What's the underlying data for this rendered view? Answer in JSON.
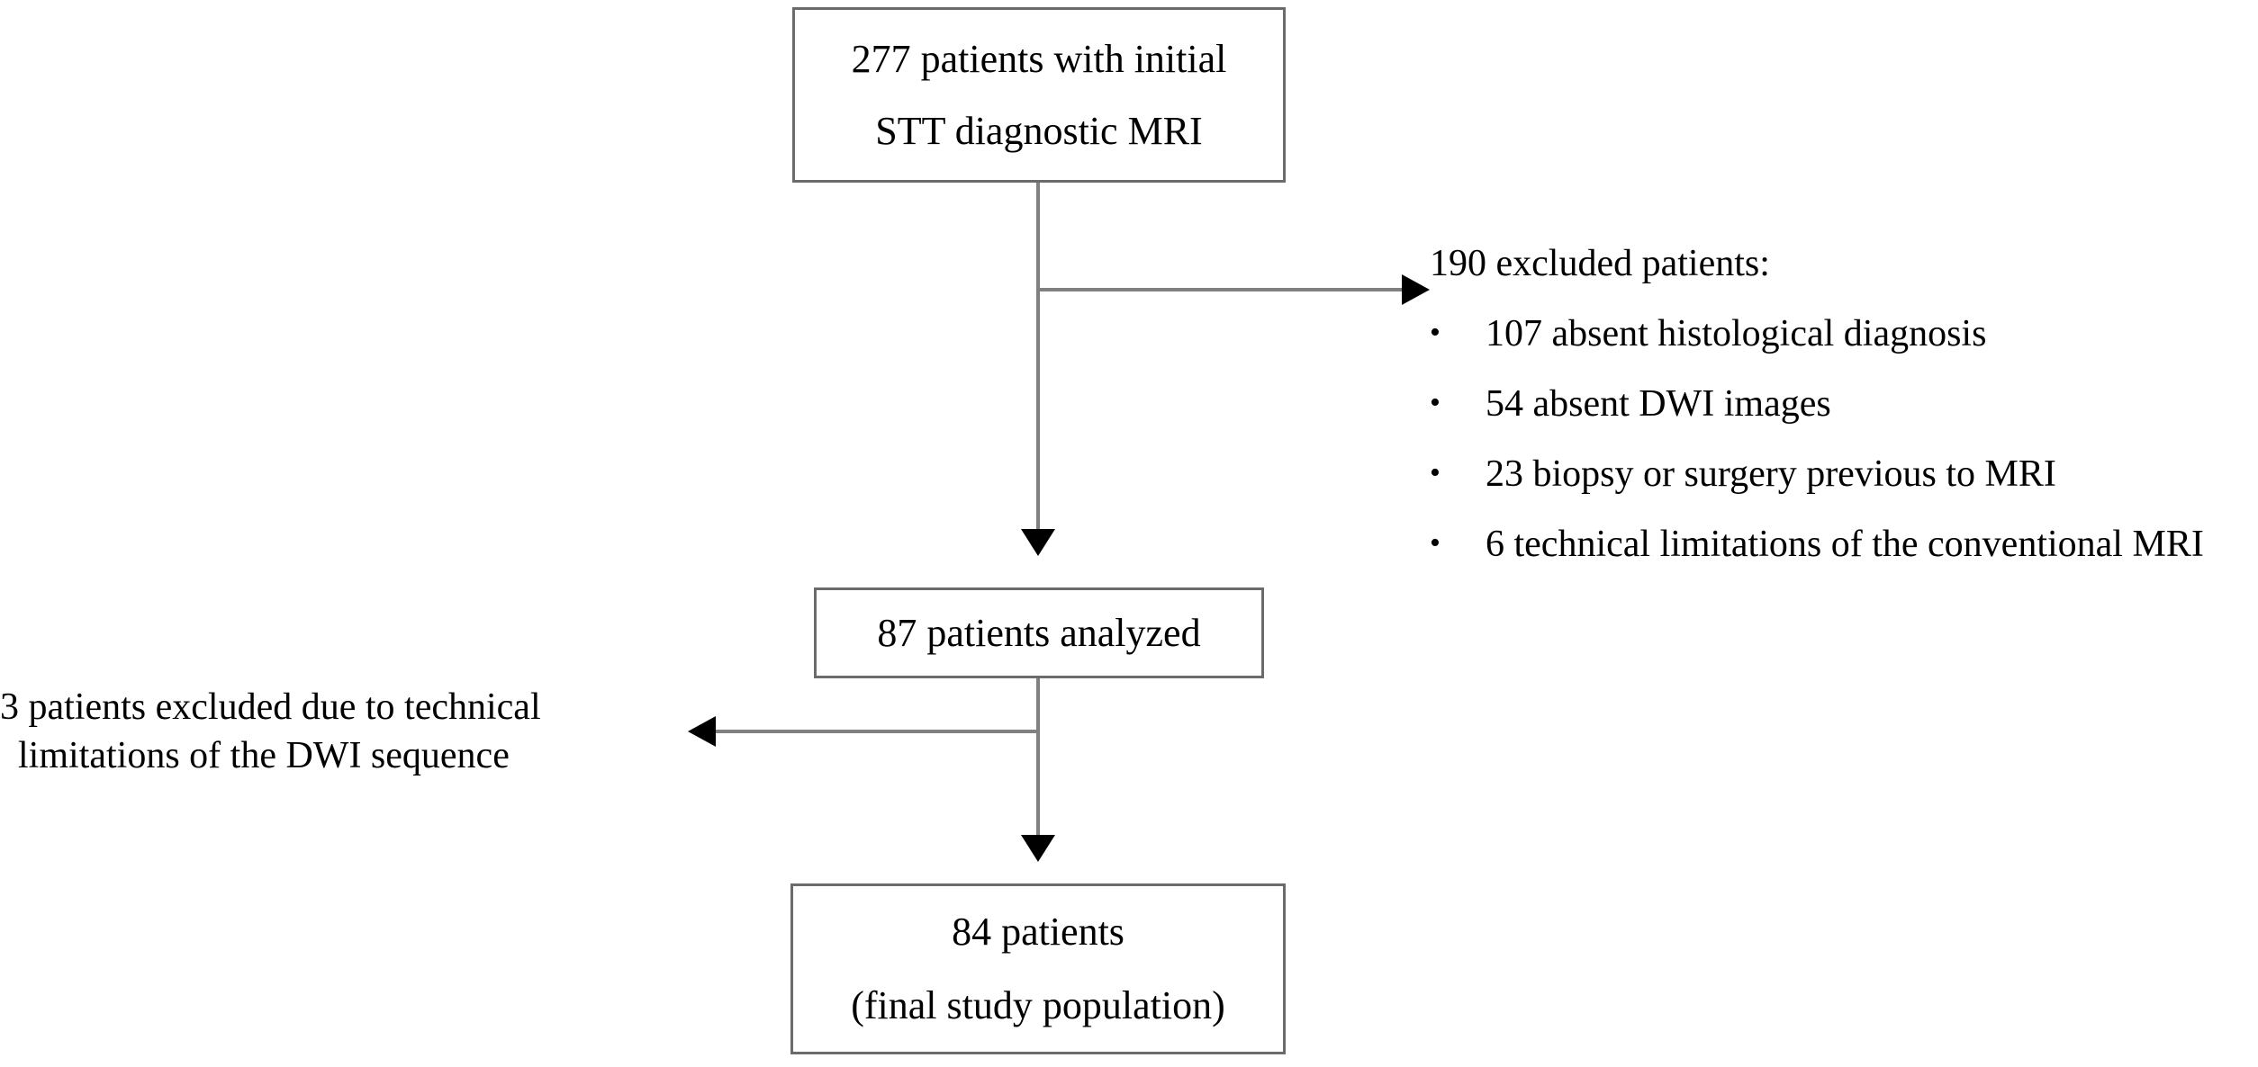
{
  "diagram": {
    "type": "patient-selection-flowchart",
    "nodes": {
      "initial": {
        "line1": "277 patients with initial",
        "line2": "STT diagnostic MRI",
        "count": 277
      },
      "analyzed": {
        "line1": "87 patients analyzed",
        "count": 87
      },
      "final": {
        "line1": "84 patients",
        "line2": "(final study population)",
        "count": 84
      }
    },
    "exclusions_right": {
      "heading": "190 excluded patients:",
      "total": 190,
      "bullet_glyph": "•",
      "items": [
        {
          "count": 107,
          "text": "107 absent histological diagnosis"
        },
        {
          "count": 54,
          "text": "54 absent DWI images"
        },
        {
          "count": 23,
          "text": "23 biopsy or surgery previous to MRI"
        },
        {
          "count": 6,
          "text": "6 technical limitations of the conventional MRI"
        }
      ]
    },
    "exclusion_left": {
      "line1": "3 patients excluded due to technical",
      "line2": "limitations of the DWI sequence",
      "count": 3
    },
    "colors": {
      "box_border": "#6b6b6b",
      "connector": "#808080",
      "arrowhead": "#000000",
      "text": "#000000",
      "background": "#ffffff"
    }
  }
}
